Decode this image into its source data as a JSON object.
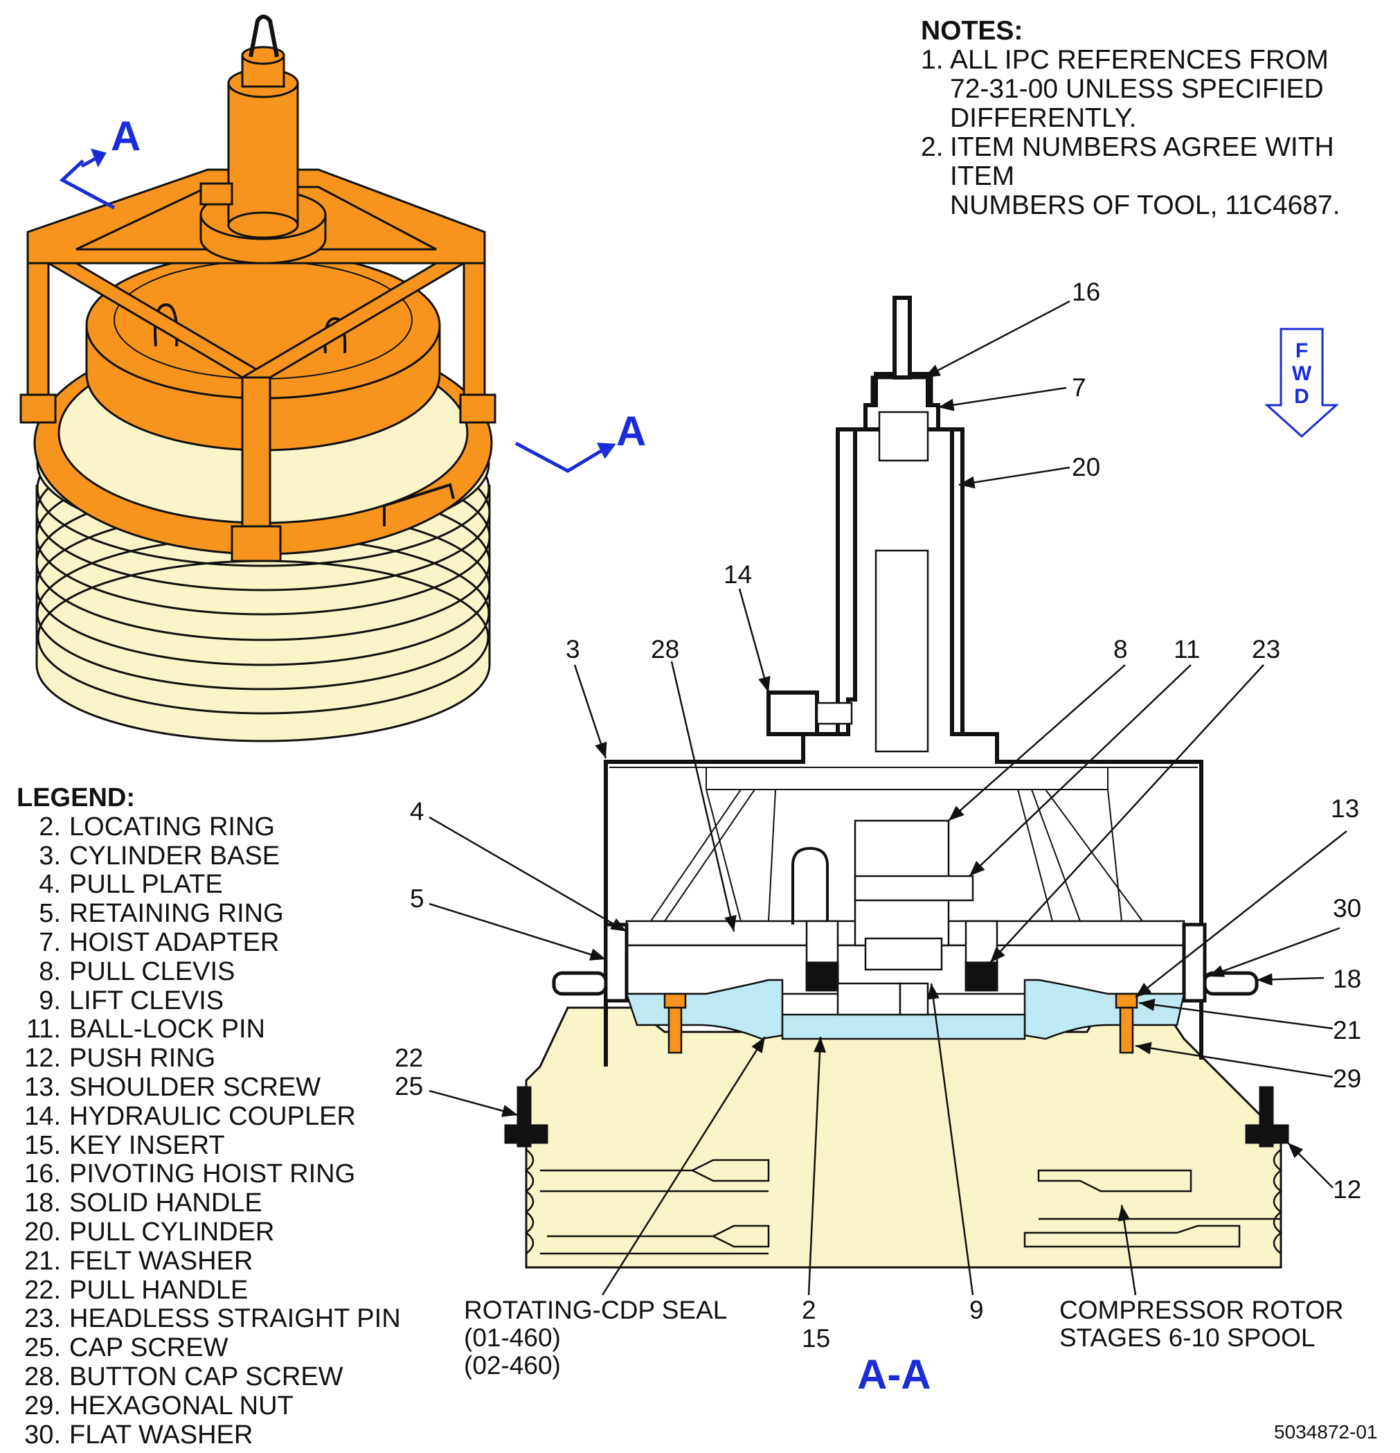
{
  "notes": {
    "title": "NOTES:",
    "items": [
      {
        "num": "1.",
        "lines": [
          "ALL IPC REFERENCES FROM",
          "72-31-00 UNLESS SPECIFIED",
          "DIFFERENTLY."
        ]
      },
      {
        "num": "2.",
        "lines": [
          "ITEM NUMBERS AGREE WITH ITEM",
          "NUMBERS OF TOOL, 11C4687."
        ]
      }
    ]
  },
  "legend": {
    "title": "LEGEND:",
    "items": [
      {
        "num": "2.",
        "text": "LOCATING RING"
      },
      {
        "num": "3.",
        "text": "CYLINDER BASE"
      },
      {
        "num": "4.",
        "text": "PULL PLATE"
      },
      {
        "num": "5.",
        "text": "RETAINING RING"
      },
      {
        "num": "7.",
        "text": "HOIST ADAPTER"
      },
      {
        "num": "8.",
        "text": "PULL CLEVIS"
      },
      {
        "num": "9.",
        "text": "LIFT CLEVIS"
      },
      {
        "num": "11.",
        "text": "BALL-LOCK PIN"
      },
      {
        "num": "12.",
        "text": "PUSH RING"
      },
      {
        "num": "13.",
        "text": "SHOULDER SCREW"
      },
      {
        "num": "14.",
        "text": "HYDRAULIC COUPLER"
      },
      {
        "num": "15.",
        "text": "KEY INSERT"
      },
      {
        "num": "16.",
        "text": "PIVOTING HOIST RING"
      },
      {
        "num": "18.",
        "text": "SOLID HANDLE"
      },
      {
        "num": "20.",
        "text": "PULL CYLINDER"
      },
      {
        "num": "21.",
        "text": "FELT WASHER"
      },
      {
        "num": "22.",
        "text": "PULL HANDLE"
      },
      {
        "num": "23.",
        "text": "HEADLESS STRAIGHT PIN"
      },
      {
        "num": "25.",
        "text": "CAP SCREW"
      },
      {
        "num": "28.",
        "text": "BUTTON CAP SCREW"
      },
      {
        "num": "29.",
        "text": "HEXAGONAL NUT"
      },
      {
        "num": "30.",
        "text": "FLAT WASHER"
      }
    ]
  },
  "callouts": {
    "c16": "16",
    "c7": "7",
    "c20": "20",
    "c14": "14",
    "c3": "3",
    "c28": "28",
    "c8": "8",
    "c11": "11",
    "c23": "23",
    "c4": "4",
    "c13": "13",
    "c5": "5",
    "c30": "30",
    "c18": "18",
    "c21": "21",
    "c22": "22",
    "c25": "25",
    "c29": "29",
    "c12": "12",
    "c2": "2",
    "c15": "15",
    "c9": "9"
  },
  "annotations": {
    "seal": [
      "ROTATING-CDP SEAL",
      "(01-460)",
      "(02-460)"
    ],
    "rotor": [
      "COMPRESSOR ROTOR",
      "STAGES 6-10 SPOOL"
    ]
  },
  "section": {
    "mark_left": "A",
    "mark_right": "A",
    "view_label": "A-A"
  },
  "fwd": {
    "letters": [
      "F",
      "W",
      "D"
    ]
  },
  "drawing_number": "5034872-01",
  "colors": {
    "tool_orange": "#f7941d",
    "rotor_cream": "#f9f5c8",
    "seal_blue": "#bfe9f2",
    "section_blue": "#1a2cd6",
    "line_black": "#111111"
  }
}
